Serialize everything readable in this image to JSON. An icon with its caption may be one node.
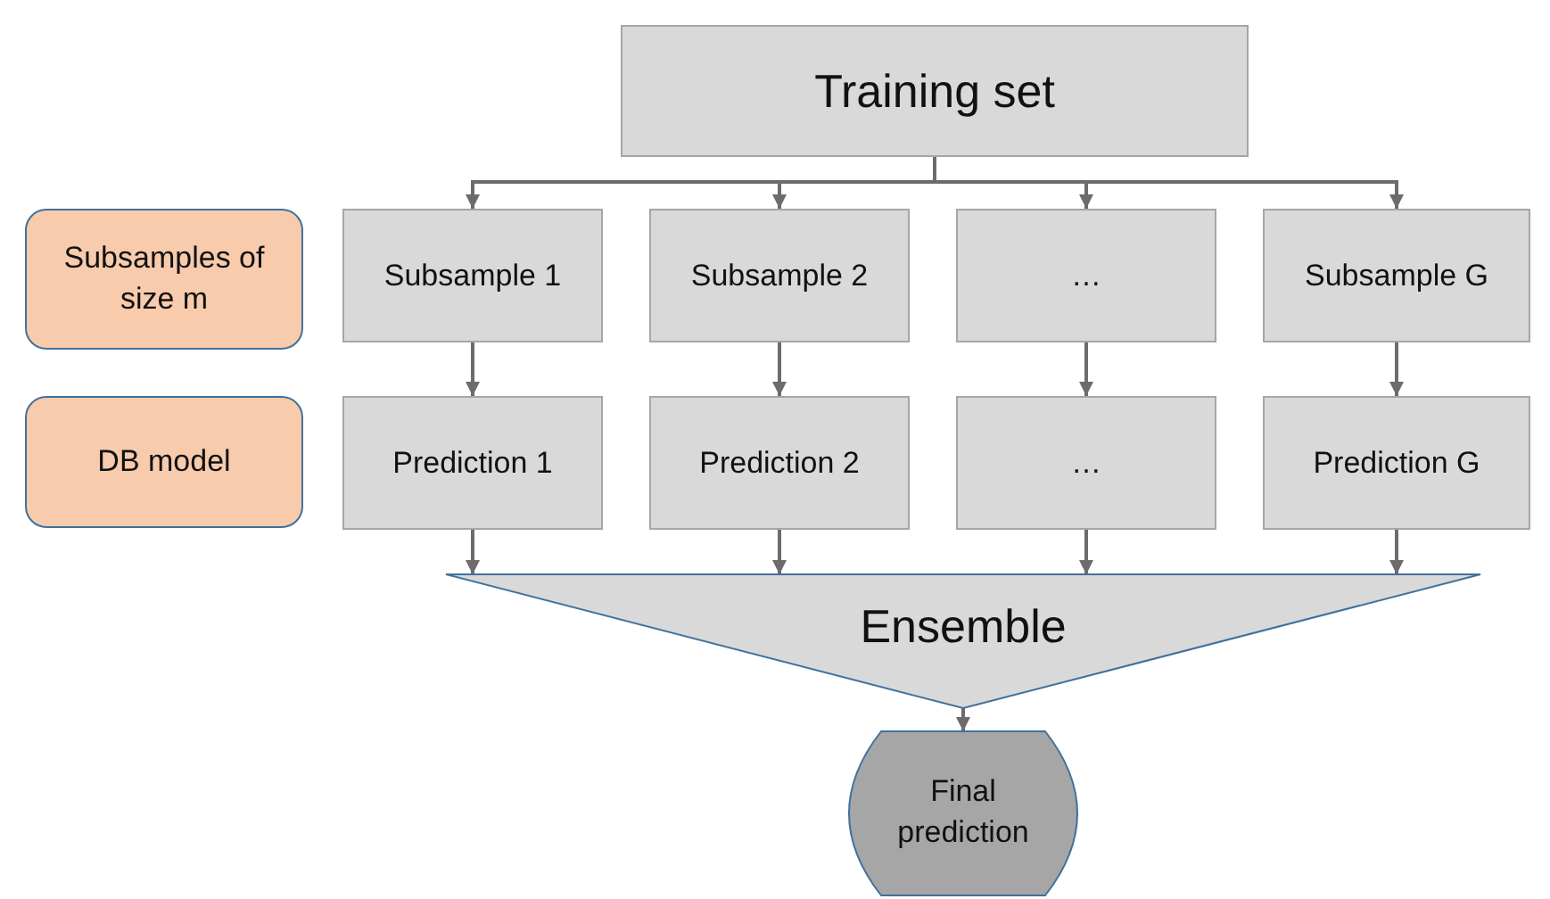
{
  "diagram": {
    "nodes": [
      {
        "text": [
          "Training set"
        ]
      },
      {
        "text": [
          "Subsamples of size m"
        ]
      },
      {
        "text": [
          "DB model"
        ]
      },
      {
        "text": [
          "Subsample 1"
        ]
      },
      {
        "text": [
          "Subsample 2"
        ]
      },
      {
        "text": [
          "…"
        ]
      },
      {
        "text": [
          "Subsample G"
        ]
      },
      {
        "text": [
          "Prediction 1"
        ]
      },
      {
        "text": [
          "Prediction 2"
        ]
      },
      {
        "text": [
          "…"
        ]
      },
      {
        "text": [
          "Prediction G"
        ]
      },
      {
        "text": [
          "Ensemble"
        ]
      },
      {
        "text": [
          "Final prediction"
        ]
      }
    ],
    "edges": [
      {
        "from": 0,
        "to": 3,
        "arrow": "to"
      },
      {
        "from": 0,
        "to": 4,
        "arrow": "to"
      },
      {
        "from": 0,
        "to": 5,
        "arrow": "to"
      },
      {
        "from": 0,
        "to": 6,
        "arrow": "to"
      },
      {
        "from": 3,
        "to": 7,
        "arrow": "to"
      },
      {
        "from": 4,
        "to": 8,
        "arrow": "to"
      },
      {
        "from": 5,
        "to": 9,
        "arrow": "to"
      },
      {
        "from": 6,
        "to": 10,
        "arrow": "to"
      },
      {
        "from": 7,
        "to": 11,
        "arrow": "to"
      },
      {
        "from": 8,
        "to": 11,
        "arrow": "to"
      },
      {
        "from": 9,
        "to": 11,
        "arrow": "to"
      },
      {
        "from": 10,
        "to": 11,
        "arrow": "to"
      },
      {
        "from": 11,
        "to": 12,
        "arrow": "to"
      }
    ]
  }
}
